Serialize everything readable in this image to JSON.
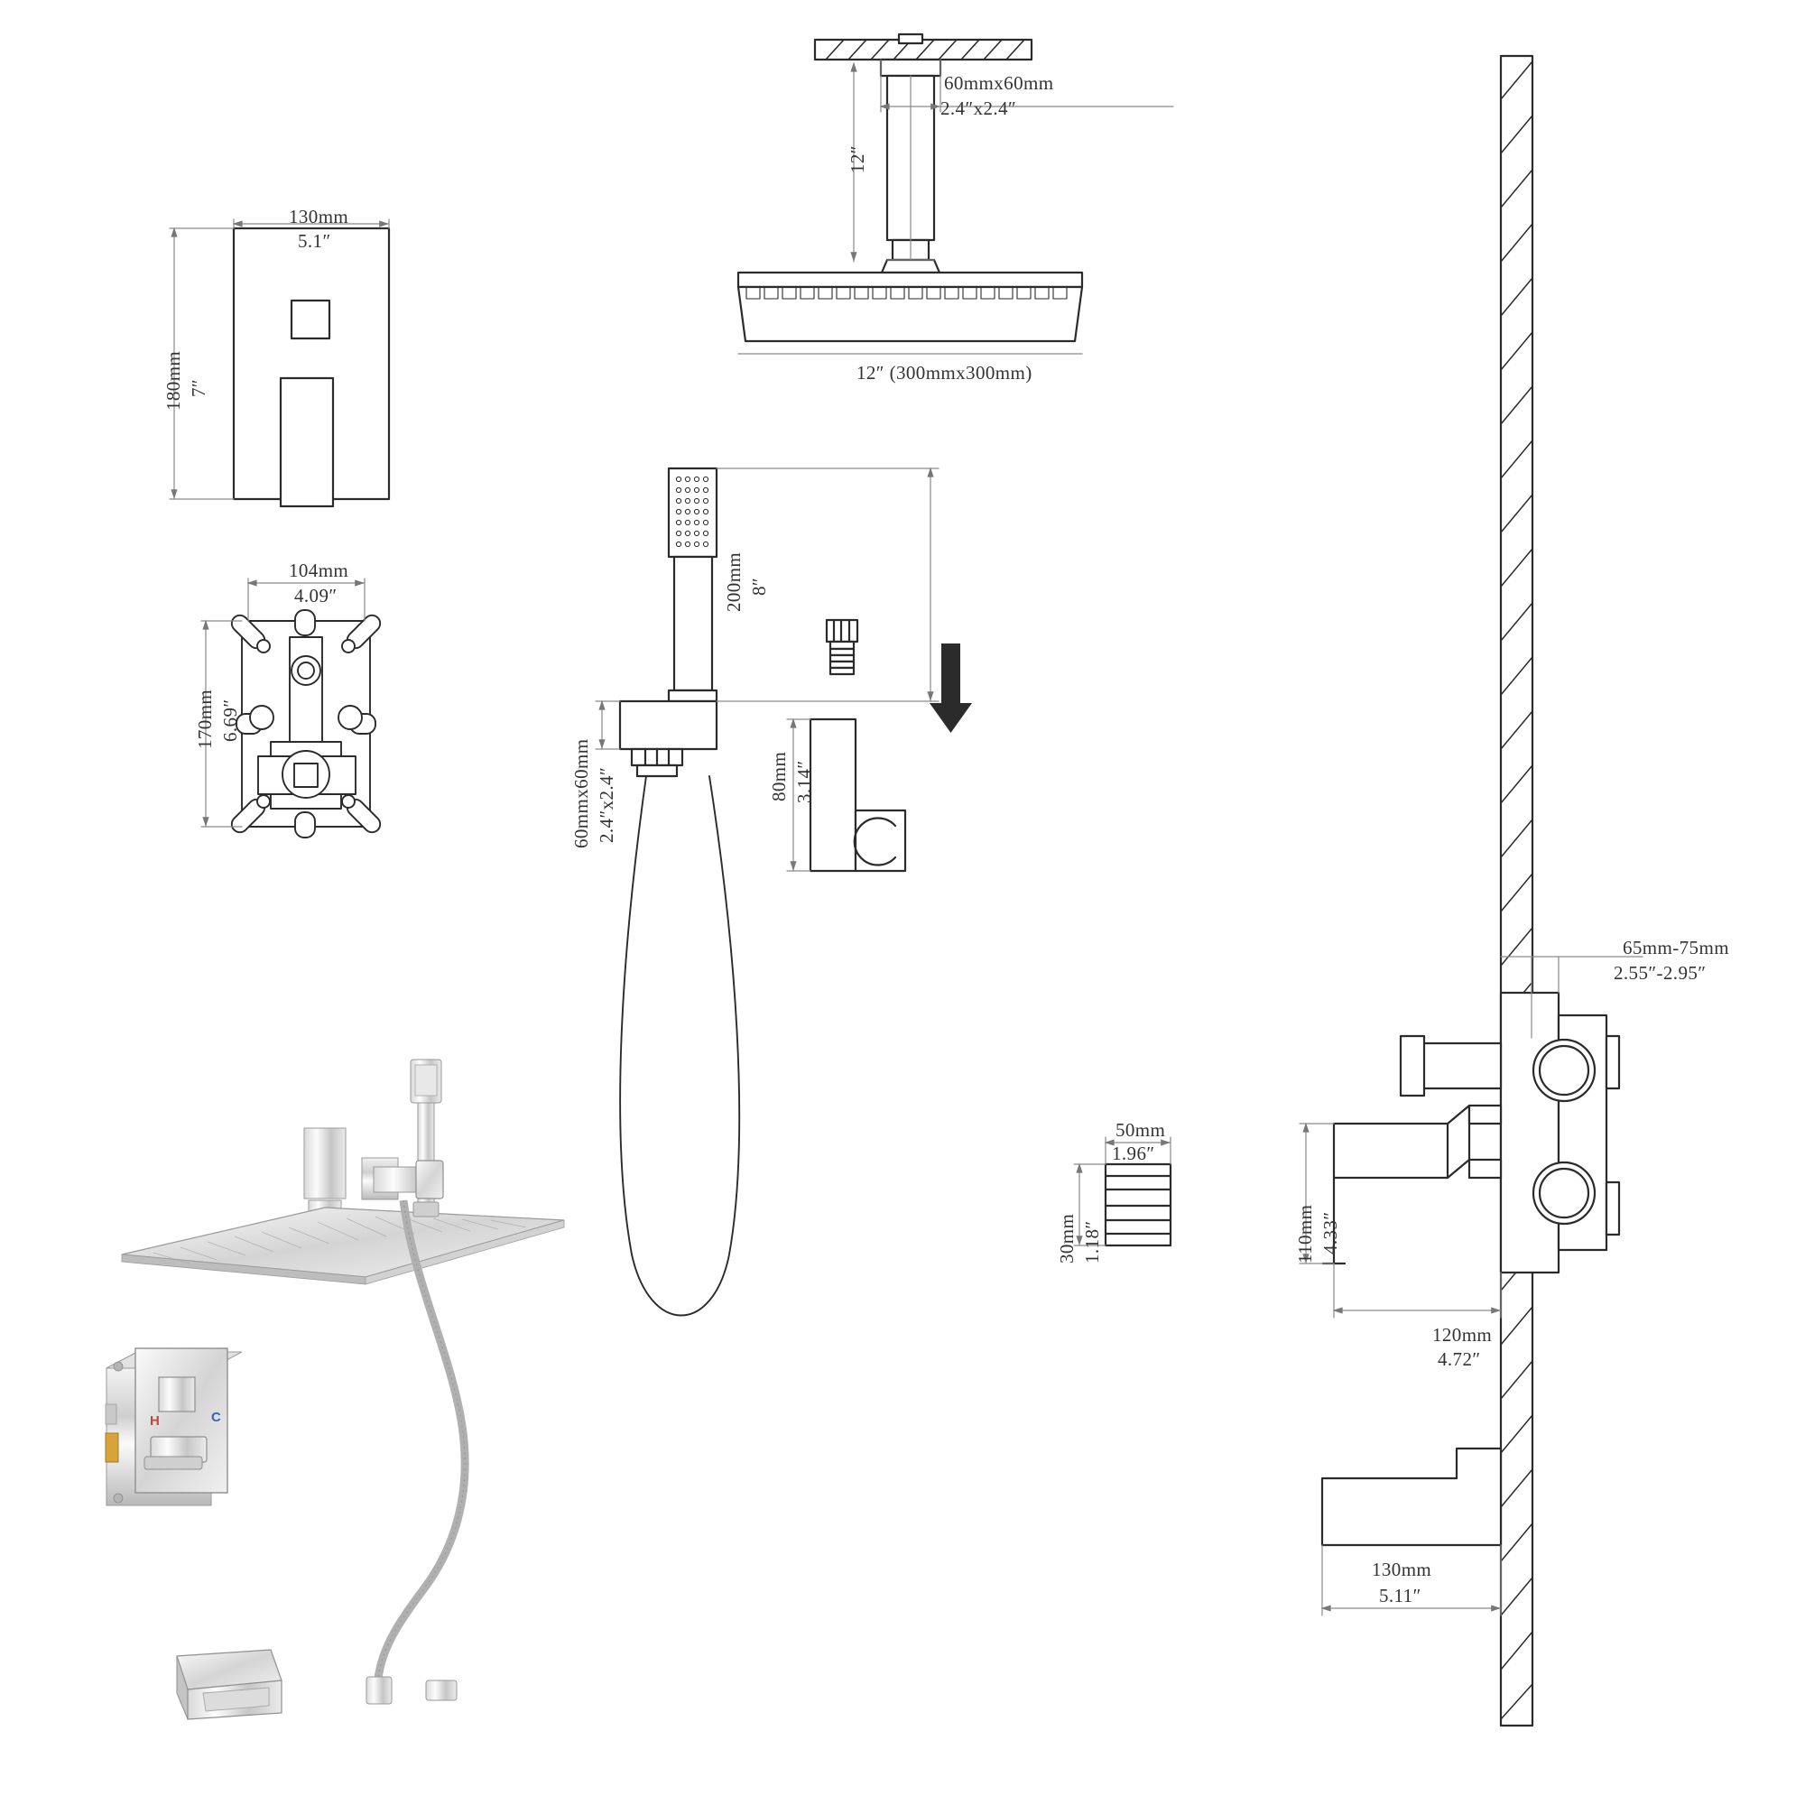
{
  "document": {
    "title": "Shower System Installation Dimension Drawing",
    "type": "technical-line-drawing",
    "background_color": "#ffffff",
    "line_color": "#2b2b2b",
    "dimension_line_color": "#8a8a8a"
  },
  "views": {
    "trim_plate": {
      "name": "Shower Trim Plate Front View",
      "width_mm": "130mm",
      "width_in": "5.1″",
      "height_mm": "180mm",
      "height_in": "7″"
    },
    "rough_in_valve": {
      "name": "Rough-in Valve Body Front View",
      "width_mm": "104mm",
      "width_in": "4.09″",
      "height_mm": "170mm",
      "height_in": "6.69″"
    },
    "ceiling_arm": {
      "name": "Ceiling Mount Shower Arm",
      "arm_size_mm": "60mmx60mm",
      "arm_size_in": "2.4″x2.4″",
      "drop_length_in": "12″"
    },
    "rain_head": {
      "name": "Square Rain Shower Head",
      "size_label": "12″ (300mmx300mm)"
    },
    "handheld": {
      "name": "Handheld Shower Wand",
      "length_mm": "200mm",
      "length_in": "8″",
      "bracket_mm": "60mmx60mm",
      "bracket_in": "2.4″x2.4″"
    },
    "wall_holder": {
      "name": "Handheld Wall Holder",
      "height_mm": "80mm",
      "height_in": "3.14″"
    },
    "flow_restrictor": {
      "name": "Flow Restrictor / Filter",
      "width_mm": "50mm",
      "width_in": "1.96″",
      "height_mm": "30mm",
      "height_in": "1.18″"
    },
    "wall_section": {
      "name": "Wall Section with Valve and Tub Spout",
      "wall_depth_mm": "65mm-75mm",
      "wall_depth_in": "2.55″-2.95″",
      "valve_height_mm": "110mm",
      "valve_height_in": "4.33″",
      "valve_projection_mm": "120mm",
      "valve_projection_in": "4.72″",
      "spout_projection_mm": "130mm",
      "spout_projection_in": "5.11″"
    },
    "trim_render": {
      "name": "Trim Valve Render",
      "hot_marking": "H",
      "cold_marking": "C",
      "hot_color": "#c2473a",
      "cold_color": "#3b63b5"
    }
  }
}
